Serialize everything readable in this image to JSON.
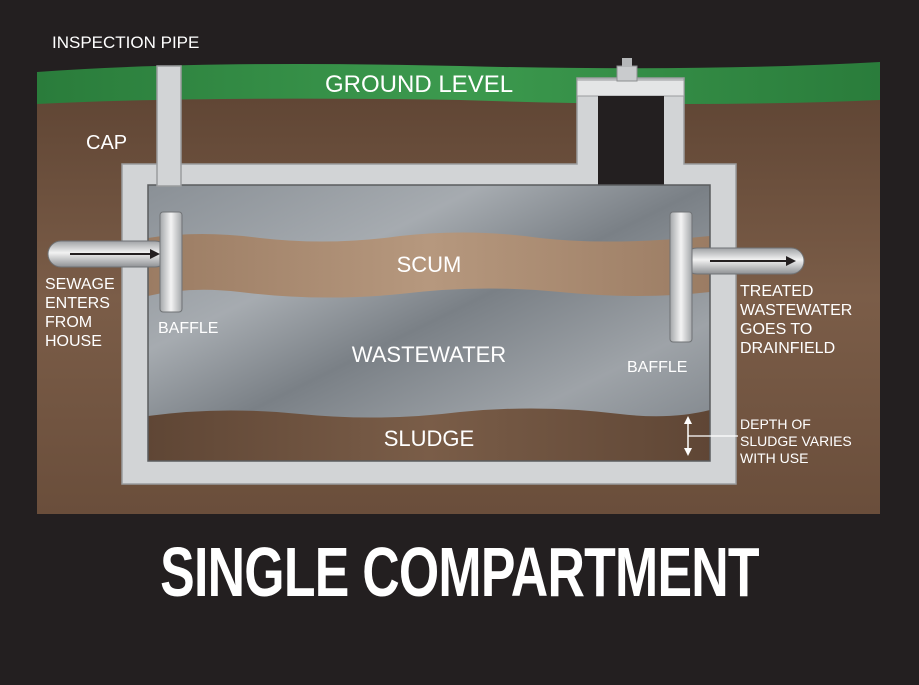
{
  "labels": {
    "inspection_pipe": "INSPECTION PIPE",
    "ground_level": "GROUND LEVEL",
    "cap": "CAP",
    "sewage_enters": "SEWAGE\nENTERS\nFROM\nHOUSE",
    "baffle_left": "BAFFLE",
    "baffle_right": "BAFFLE",
    "scum": "SCUM",
    "wastewater": "WASTEWATER",
    "sludge": "SLUDGE",
    "treated": "TREATED\nWASTEWATER\nGOES TO\nDRAINFIELD",
    "depth": "DEPTH OF\nSLUDGE VARIES\nWITH USE"
  },
  "title": "SINGLE COMPARTMENT",
  "colors": {
    "background": "#231f20",
    "grass": "#2e8b43",
    "soil": "#7a5c47",
    "tank_wall": "#d2d4d6",
    "scum": "#a98a70",
    "wastewater": "#7d8389",
    "sludge": "#6e5441"
  }
}
